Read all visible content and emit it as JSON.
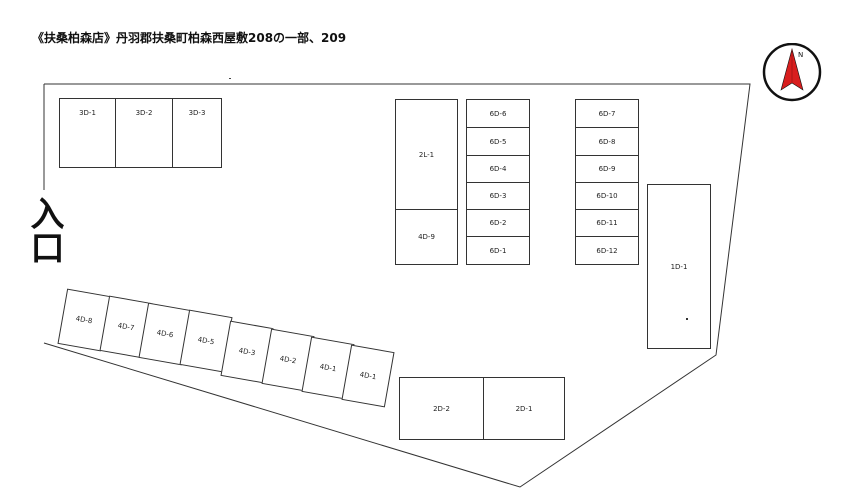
{
  "title": "《扶桑柏森店》丹羽郡扶桑町柏森西屋敷208の一部、209",
  "entrance_label": "入口",
  "compass": {
    "label": "N",
    "color": "#d81e1e"
  },
  "spots": {
    "s3d1": "3D-1",
    "s3d2": "3D-2",
    "s3d3": "3D-3",
    "s2l1": "2L-1",
    "s4d9": "4D-9",
    "s6d6": "6D-6",
    "s6d5": "6D-5",
    "s6d4": "6D-4",
    "s6d3": "6D-3",
    "s6d2": "6D-2",
    "s6d1": "6D-1",
    "s6d7": "6D-7",
    "s6d8": "6D-8",
    "s6d9": "6D-9",
    "s6d10": "6D-10",
    "s6d11": "6D-11",
    "s6d12": "6D-12",
    "s1d1": "1D-1",
    "s4d8": "4D-8",
    "s4d7": "4D-7",
    "s4d6": "4D-6",
    "s4d5": "4D-5",
    "s4d3": "4D-3",
    "s4d2": "4D-2",
    "s4d1a": "4D-1",
    "s4d1b": "4D-1",
    "s2d2": "2D-2",
    "s2d1": "2D-1"
  }
}
